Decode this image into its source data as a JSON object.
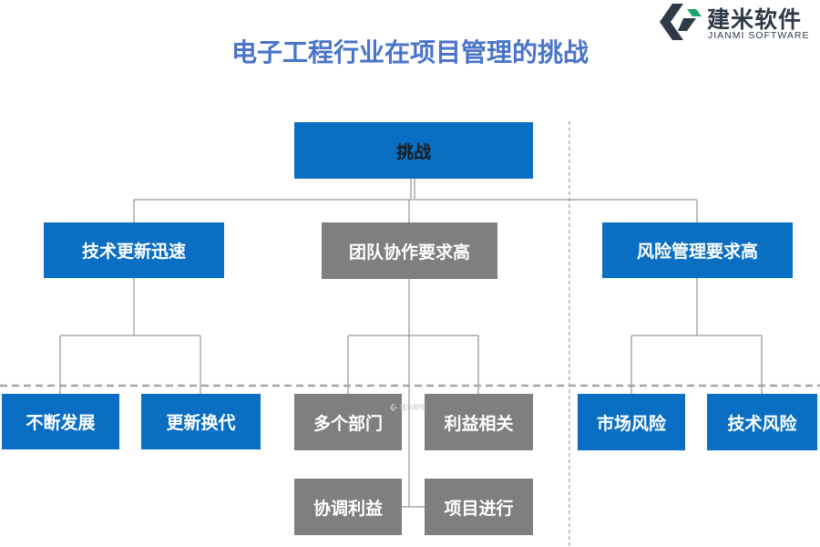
{
  "title": "电子工程行业在项目管理的挑战",
  "logo": {
    "name_cn": "建米软件",
    "name_en": "JIANMI SOFTWARE"
  },
  "watermark": "建米软件",
  "root": "挑战",
  "categories": [
    {
      "label": "技术更新迅速",
      "children": [
        "不断发展",
        "更新换代"
      ]
    },
    {
      "label": "团队协作要求高",
      "children": [
        "多个部门",
        "利益相关",
        "协调利益",
        "项目进行"
      ]
    },
    {
      "label": "风险管理要求高",
      "children": [
        "市场风险",
        "技术风险"
      ]
    }
  ],
  "colors": {
    "title": "#4a74c9",
    "blue_box": "#0a6fc2",
    "gray_box": "#7f7f7f",
    "line": "#7f7f7f"
  }
}
